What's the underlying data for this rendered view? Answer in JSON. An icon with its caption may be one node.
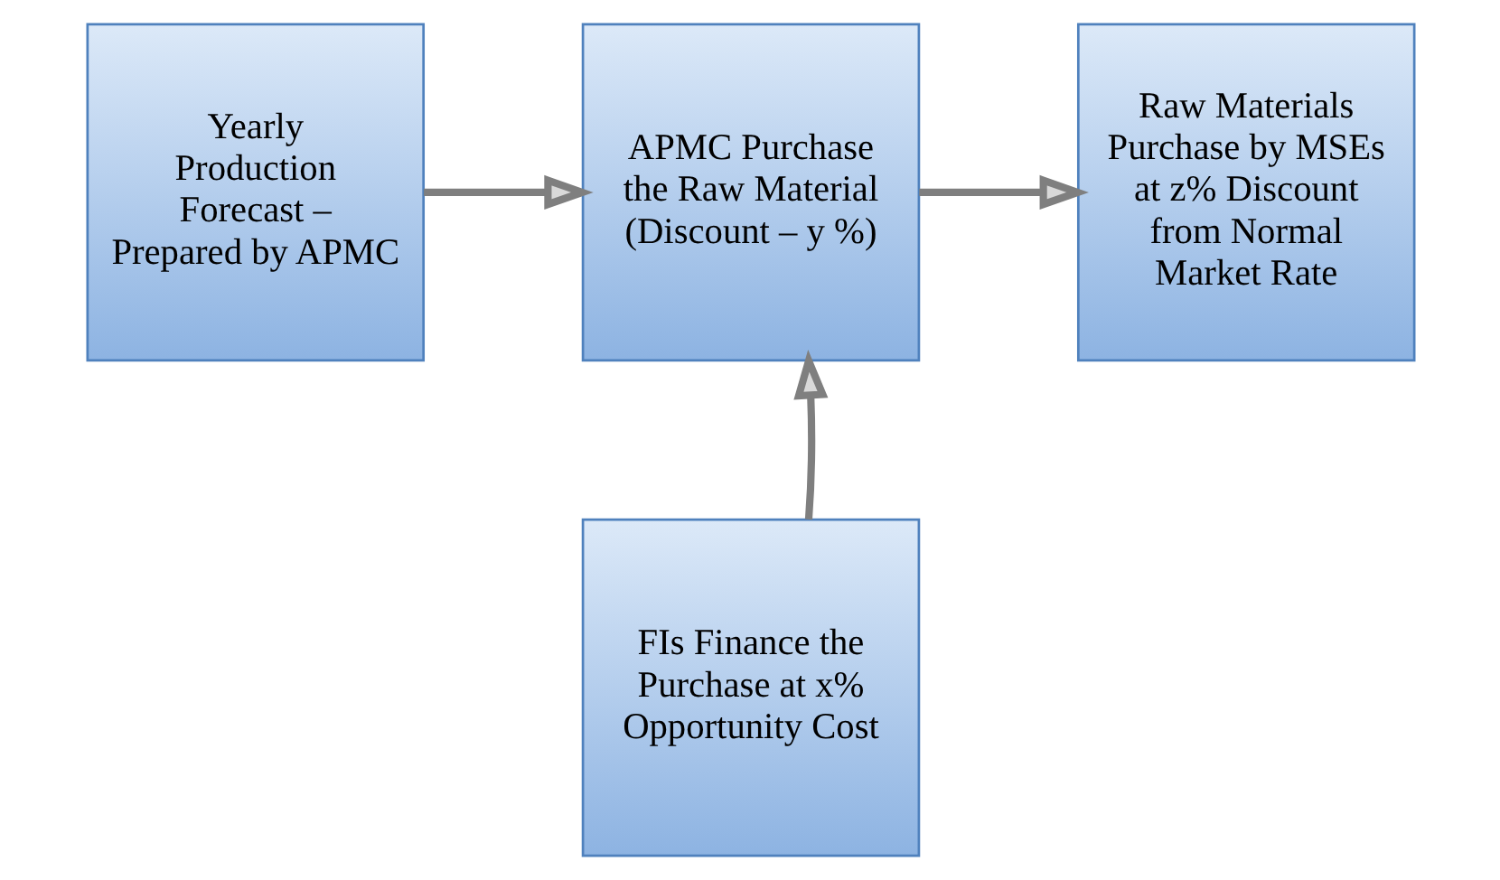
{
  "diagram": {
    "nodes": [
      {
        "text": [
          "Yearly Production Forecast – Prepared by APMC"
        ]
      },
      {
        "text": [
          "APMC Purchase the Raw Material (Discount – y %)"
        ]
      },
      {
        "text": [
          "Raw Materials Purchase by MSEs at z% Discount from Normal Market Rate"
        ]
      },
      {
        "text": [
          "FIs Finance the Purchase at x% Opportunity Cost"
        ]
      }
    ],
    "edges": [
      {
        "from": 0,
        "to": 1,
        "arrow": "to"
      },
      {
        "from": 1,
        "to": 2,
        "arrow": "to"
      },
      {
        "from": 3,
        "to": 1,
        "arrow": "to"
      }
    ]
  }
}
